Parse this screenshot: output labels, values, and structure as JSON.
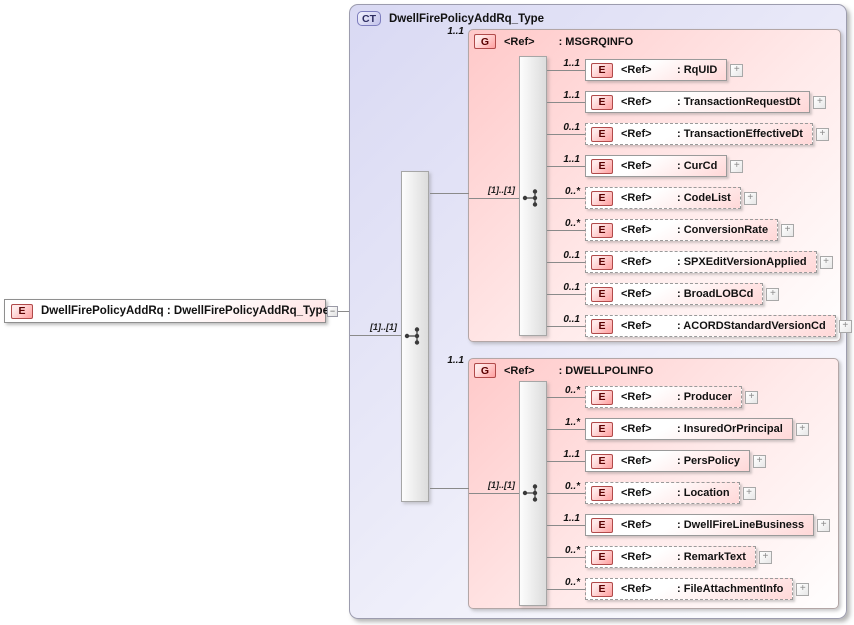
{
  "root_element": {
    "badge": "E",
    "label": "DwellFirePolicyAddRq : DwellFirePolicyAddRq_Type",
    "collapse_glyph": "−"
  },
  "complex_type": {
    "badge": "CT",
    "title": "DwellFirePolicyAddRq_Type",
    "occurrence": "[1]..[1]",
    "groups": [
      {
        "cardinality": "1..1",
        "badge": "G",
        "ref_label": "<Ref>",
        "name_label": ": MSGRQINFO",
        "occurrence": "[1]..[1]",
        "elements": [
          {
            "cardinality": "1..1",
            "badge": "E",
            "ref_label": "<Ref>",
            "name_label": ": RqUID",
            "expand_glyph": "+"
          },
          {
            "cardinality": "1..1",
            "badge": "E",
            "ref_label": "<Ref>",
            "name_label": ": TransactionRequestDt",
            "expand_glyph": "+"
          },
          {
            "cardinality": "0..1",
            "badge": "E",
            "ref_label": "<Ref>",
            "name_label": ": TransactionEffectiveDt",
            "expand_glyph": "+"
          },
          {
            "cardinality": "1..1",
            "badge": "E",
            "ref_label": "<Ref>",
            "name_label": ": CurCd",
            "expand_glyph": "+"
          },
          {
            "cardinality": "0..*",
            "badge": "E",
            "ref_label": "<Ref>",
            "name_label": ": CodeList",
            "expand_glyph": "+"
          },
          {
            "cardinality": "0..*",
            "badge": "E",
            "ref_label": "<Ref>",
            "name_label": ": ConversionRate",
            "expand_glyph": "+"
          },
          {
            "cardinality": "0..1",
            "badge": "E",
            "ref_label": "<Ref>",
            "name_label": ": SPXEditVersionApplied",
            "expand_glyph": "+"
          },
          {
            "cardinality": "0..1",
            "badge": "E",
            "ref_label": "<Ref>",
            "name_label": ": BroadLOBCd",
            "expand_glyph": "+"
          },
          {
            "cardinality": "0..1",
            "badge": "E",
            "ref_label": "<Ref>",
            "name_label": ": ACORDStandardVersionCd",
            "expand_glyph": "+"
          }
        ]
      },
      {
        "cardinality": "1..1",
        "badge": "G",
        "ref_label": "<Ref>",
        "name_label": ": DWELLPOLINFO",
        "occurrence": "[1]..[1]",
        "elements": [
          {
            "cardinality": "0..*",
            "badge": "E",
            "ref_label": "<Ref>",
            "name_label": ": Producer",
            "expand_glyph": "+"
          },
          {
            "cardinality": "1..*",
            "badge": "E",
            "ref_label": "<Ref>",
            "name_label": ": InsuredOrPrincipal",
            "expand_glyph": "+"
          },
          {
            "cardinality": "1..1",
            "badge": "E",
            "ref_label": "<Ref>",
            "name_label": ": PersPolicy",
            "expand_glyph": "+"
          },
          {
            "cardinality": "0..*",
            "badge": "E",
            "ref_label": "<Ref>",
            "name_label": ": Location",
            "expand_glyph": "+"
          },
          {
            "cardinality": "1..1",
            "badge": "E",
            "ref_label": "<Ref>",
            "name_label": ": DwellFireLineBusiness",
            "expand_glyph": "+"
          },
          {
            "cardinality": "0..*",
            "badge": "E",
            "ref_label": "<Ref>",
            "name_label": ": RemarkText",
            "expand_glyph": "+"
          },
          {
            "cardinality": "0..*",
            "badge": "E",
            "ref_label": "<Ref>",
            "name_label": ": FileAttachmentInfo",
            "expand_glyph": "+"
          }
        ]
      }
    ]
  },
  "colors": {
    "type_fill": "#d9d9f3",
    "group_fill": "#ffc9c9",
    "element_fill": "#ffd8d8",
    "badge_border": "#b04a4a",
    "badge_text": "#5a0000",
    "line": "#8a8a8a"
  }
}
